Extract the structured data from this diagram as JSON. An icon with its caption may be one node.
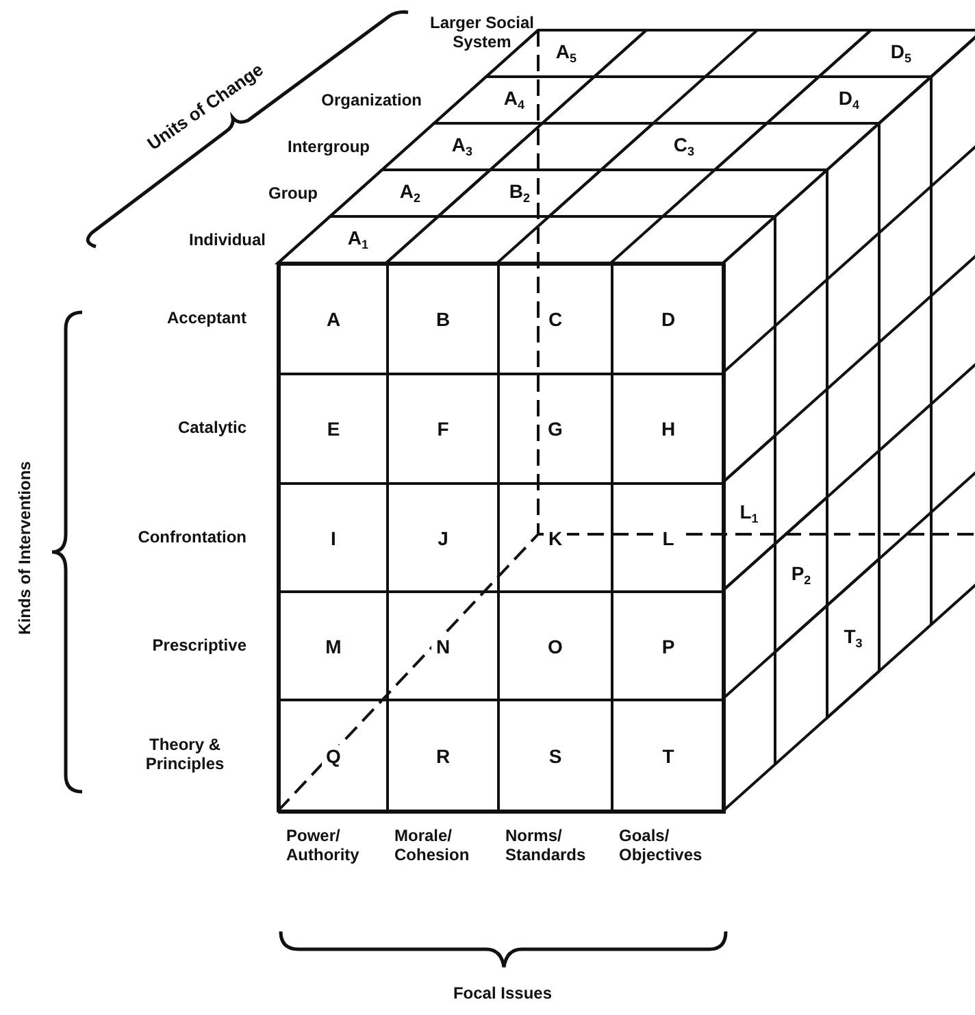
{
  "diagram": {
    "nodes": [
      {
        "text": [
          "A$_{5}$"
        ]
      },
      {
        "text": [
          "D$_{5}$"
        ]
      },
      {
        "text": [
          "A$_{4}$"
        ]
      },
      {
        "text": [
          "D$_{4}$"
        ]
      },
      {
        "text": [
          "A$_{3}$"
        ]
      },
      {
        "text": [
          "C$_{3}$"
        ]
      },
      {
        "text": [
          "A$_{2}$"
        ]
      },
      {
        "text": [
          "B$_{2}$"
        ]
      },
      {
        "text": [
          "A$_{1}$"
        ]
      },
      {
        "text": [
          "A"
        ]
      },
      {
        "text": [
          "B"
        ]
      },
      {
        "text": [
          "C"
        ]
      },
      {
        "text": [
          "D"
        ]
      },
      {
        "text": [
          "E"
        ]
      },
      {
        "text": [
          "F"
        ]
      },
      {
        "text": [
          "G"
        ]
      },
      {
        "text": [
          "H"
        ]
      },
      {
        "text": [
          "I"
        ]
      },
      {
        "text": [
          "J"
        ]
      },
      {
        "text": [
          "K"
        ]
      },
      {
        "text": [
          "L"
        ]
      },
      {
        "text": [
          "M"
        ]
      },
      {
        "text": [
          "N"
        ]
      },
      {
        "text": [
          "O"
        ]
      },
      {
        "text": [
          "P"
        ]
      },
      {
        "text": [
          "Q"
        ]
      },
      {
        "text": [
          "R"
        ]
      },
      {
        "text": [
          "S"
        ]
      },
      {
        "text": [
          "T"
        ]
      },
      {
        "text": [
          "L$_{1}$"
        ]
      },
      {
        "text": [
          "P$_{2}$"
        ]
      },
      {
        "text": [
          "T$_{3}$"
        ]
      }
    ],
    "labels": [
      "Units of Change",
      "Larger Social System",
      "Organization",
      "Intergroup",
      "Group",
      "Individual",
      "Kinds of Interventions",
      "Acceptant",
      "Catalytic",
      "Confrontation",
      "Prescriptive",
      "Theory & Principles",
      "Power/ Authority",
      "Morale/ Cohesion",
      "Norms/ Standards",
      "Goals/ Objectives",
      "Focal Issues"
    ]
  }
}
